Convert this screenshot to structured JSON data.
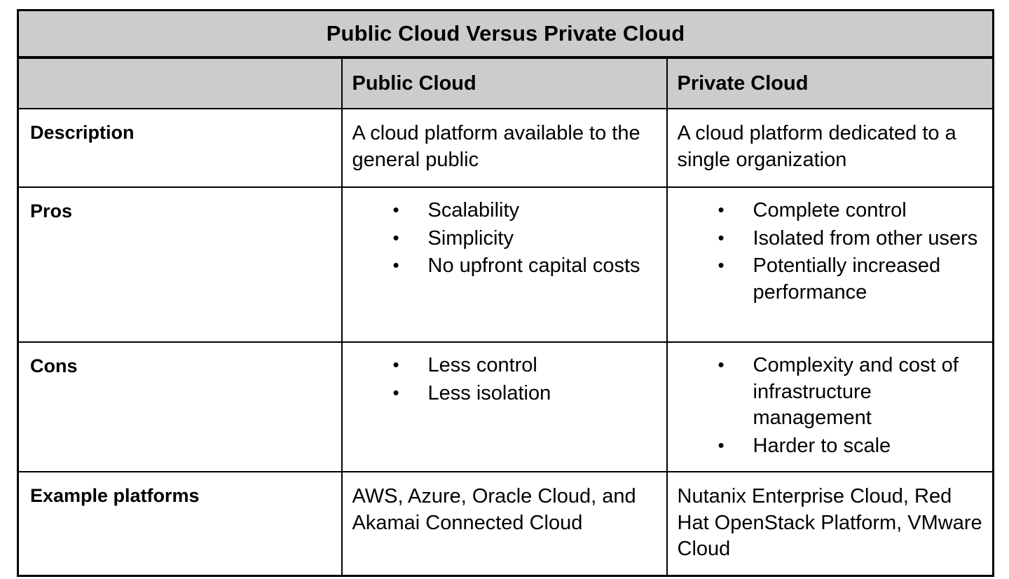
{
  "table": {
    "title": "Public Cloud Versus Private Cloud",
    "colors": {
      "header_background": "#CCCCCC",
      "border": "#000000",
      "text": "#000000",
      "cell_background": "#FFFFFF"
    },
    "columns": [
      {
        "label": ""
      },
      {
        "label": "Public Cloud"
      },
      {
        "label": "Private Cloud"
      }
    ],
    "rows": [
      {
        "label": "Description",
        "public": {
          "kind": "text",
          "text": "A cloud platform available to the general public"
        },
        "private": {
          "kind": "text",
          "text": "A cloud platform dedicated to a single organization"
        }
      },
      {
        "label": "Pros",
        "public": {
          "kind": "bullets",
          "items": [
            "Scalability",
            "Simplicity",
            "No upfront capital costs"
          ]
        },
        "private": {
          "kind": "bullets",
          "items": [
            "Complete control",
            "Isolated from other users",
            "Potentially increased performance"
          ]
        }
      },
      {
        "label": "Cons",
        "public": {
          "kind": "bullets",
          "items": [
            "Less control",
            "Less isolation"
          ]
        },
        "private": {
          "kind": "bullets",
          "items": [
            "Complexity and cost of infrastructure management",
            "Harder to scale"
          ]
        }
      },
      {
        "label": "Example platforms",
        "public": {
          "kind": "text",
          "text": "AWS, Azure, Oracle Cloud, and Akamai Connected Cloud"
        },
        "private": {
          "kind": "text",
          "text": "Nutanix Enterprise Cloud, Red Hat OpenStack Platform, VMware Cloud"
        }
      }
    ]
  }
}
